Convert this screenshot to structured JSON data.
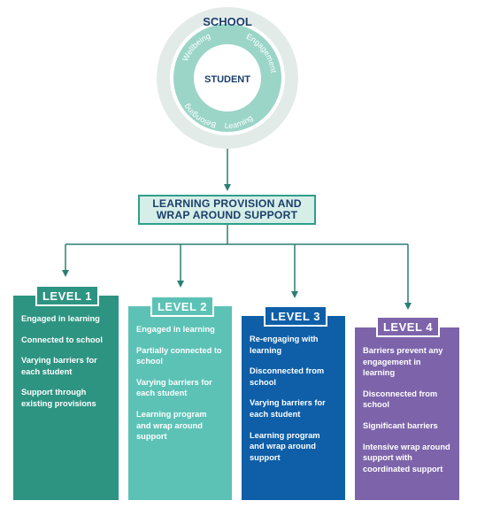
{
  "colors": {
    "teal_dark": "#2e9482",
    "teal_light": "#5cc2b6",
    "blue": "#0e5fa8",
    "purple": "#7d64aa",
    "navy": "#1b3f6b",
    "arrow": "#2b7f74",
    "ring_outer": "#e3ebe9",
    "ring_mid": "#9bd5c8"
  },
  "diagram": {
    "outer_label": "SCHOOL",
    "center_label": "STUDENT",
    "ring_labels": [
      "Wellbeing",
      "Engagement",
      "Learning",
      "Belonging"
    ]
  },
  "provision": {
    "line1": "LEARNING PROVISION AND",
    "line2": "WRAP AROUND SUPPORT"
  },
  "levels": [
    {
      "title": "LEVEL 1",
      "items": [
        "Engaged in learning",
        "Connected to school",
        "Varying barriers for each student",
        "Support through existing provisions"
      ]
    },
    {
      "title": "LEVEL 2",
      "items": [
        "Engaged in learning",
        "Partially connected to school",
        "Varying barriers for each student",
        "Learning program and wrap around support"
      ]
    },
    {
      "title": "LEVEL 3",
      "items": [
        "Re-engaging with learning",
        "Disconnected from school",
        "Varying barriers for each student",
        "Learning program and wrap around support"
      ]
    },
    {
      "title": "LEVEL 4",
      "items": [
        "Barriers prevent any engagement in learning",
        "Disconnected from school",
        "Significant barriers",
        "Intensive wrap around support with coordinated support"
      ]
    }
  ]
}
